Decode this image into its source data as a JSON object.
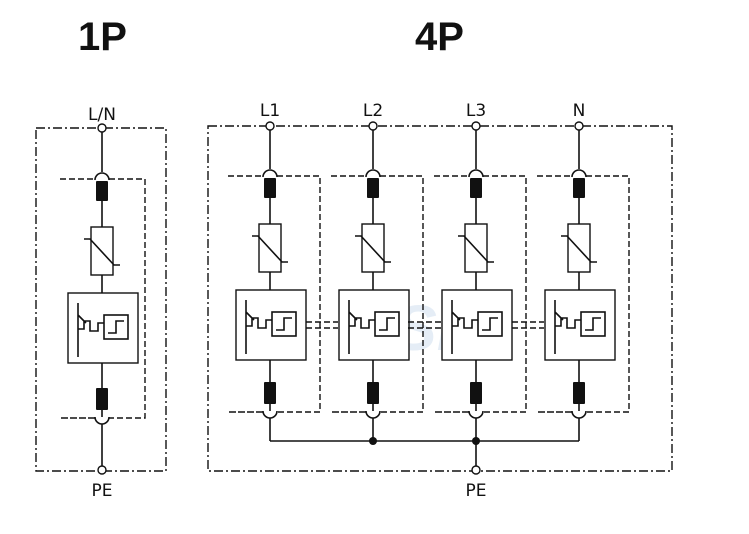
{
  "headings": {
    "left": "1P",
    "right": "4P"
  },
  "terminals": {
    "one_pole_line": "L/N",
    "one_pole_earth": "PE",
    "four_pole_lines": [
      "L1",
      "L2",
      "L3",
      "N"
    ],
    "four_pole_earth": "PE"
  },
  "watermark": "LSP"
}
